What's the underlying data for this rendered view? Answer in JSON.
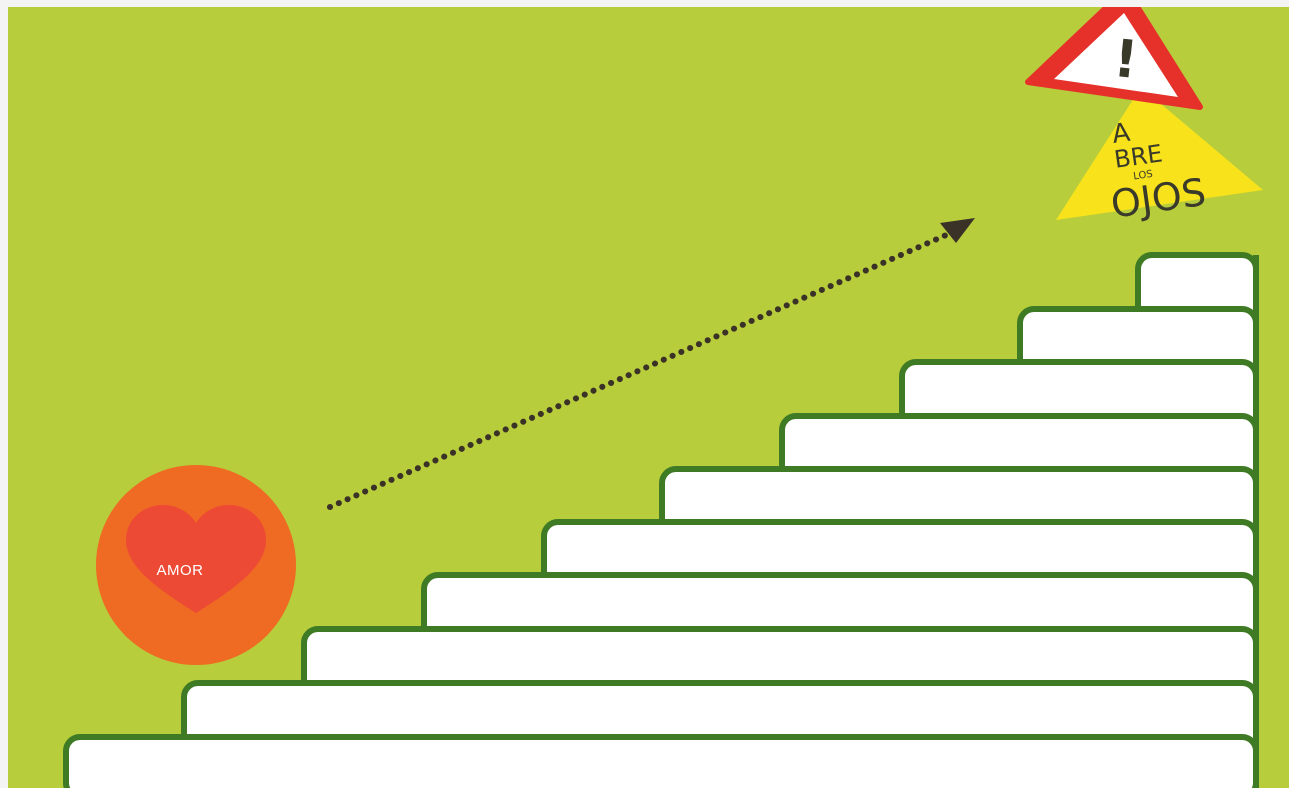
{
  "poster": {
    "background_color": "#b7cd3b",
    "stair_fill_color": "#ffffff",
    "stair_edge_color": "#3f7a25",
    "arrow_color": "#3b3227",
    "step_count": 10
  },
  "badge": {
    "label": "AMOR",
    "circle_color": "#ef6a23",
    "heart_color": "#ec4a35",
    "icon": "heart-icon"
  },
  "sign": {
    "warning_triangle_border_color": "#e6312b",
    "warning_symbol": "!",
    "icon": "warning-icon",
    "yellow_color": "#f7e21c",
    "line1": "A",
    "line2": "BRE",
    "line3": "LOS",
    "line4": "OJOS"
  }
}
